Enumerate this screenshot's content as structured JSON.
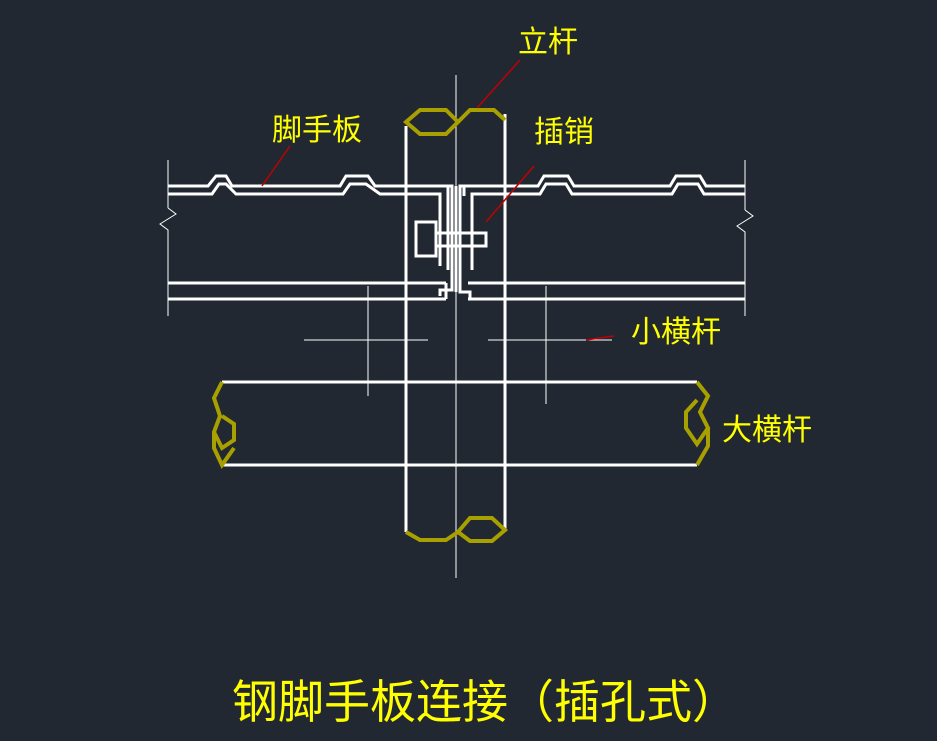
{
  "labels": {
    "upright_pole": "立杆",
    "scaffold_board": "脚手板",
    "latch_pin": "插销",
    "small_crossbar": "小横杆",
    "large_crossbar": "大横杆"
  },
  "title": "钢脚手板连接（插孔式）",
  "colors": {
    "background": "#222831",
    "line": "#FFFFFF",
    "label": "#FFFF00",
    "break_symbol": "#A8A000",
    "leader": "#C00000"
  }
}
